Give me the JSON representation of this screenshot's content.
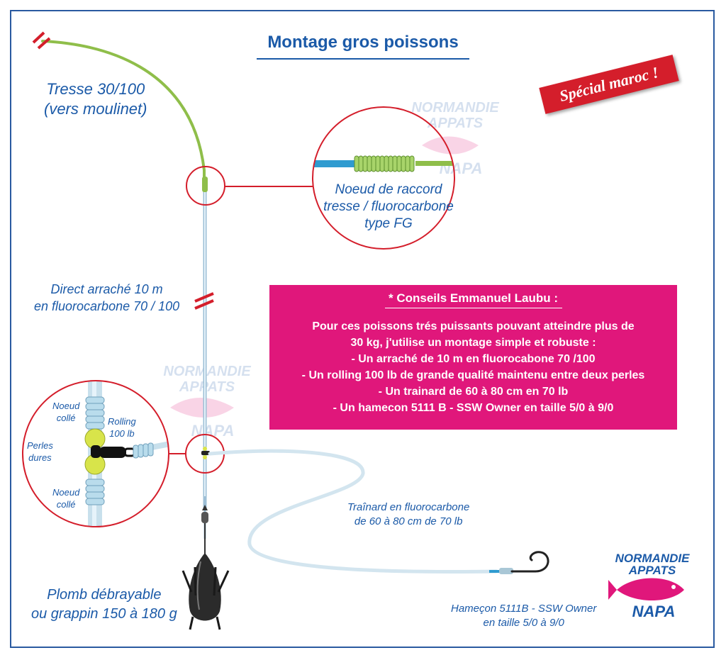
{
  "title": "Montage gros poissons",
  "badge": "Spécial maroc !",
  "labels": {
    "tresse": [
      "Tresse 30/100",
      "(vers moulinet)"
    ],
    "noeud_raccord": [
      "Noeud de raccord",
      "tresse / fluorocarbone",
      "type FG"
    ],
    "direct": [
      "Direct arraché 10 m",
      "en fluorocarbone 70 / 100"
    ],
    "trainard": [
      "Traînard en fluorocarbone",
      "de 60 à 80 cm de 70 lb"
    ],
    "plomb": [
      "Plomb débrayable",
      "ou grappin 150 à 180 g"
    ],
    "hamecon": [
      "Hameçon 5111B - SSW Owner",
      "en taille 5/0 à 9/0"
    ]
  },
  "detail_labels": {
    "noeud_colle_top": [
      "Noeud",
      "collé"
    ],
    "rolling": [
      "Rolling",
      "100 lb"
    ],
    "perles": [
      "Perles",
      "dures"
    ],
    "noeud_colle_bottom": [
      "Noeud",
      "collé"
    ]
  },
  "conseils": {
    "title": "* Conseils Emmanuel Laubu :",
    "lines": [
      "Pour ces poissons trés puissants pouvant atteindre plus de",
      "30 kg, j'utilise un montage simple et robuste :",
      "- Un arraché de 10 m  en fluorocabone 70 /100",
      "- Un rolling 100 lb de grande qualité maintenu entre deux perles",
      "- Un trainard de 60 à 80 cm en 70 lb",
      "- Un hamecon 5111 B - SSW Owner en taille 5/0 à 9/0"
    ]
  },
  "logo": {
    "line1": "NORMANDIE",
    "line2": "APPATS",
    "line3": "NAPA"
  },
  "colors": {
    "blue": "#1b5aa8",
    "red": "#d41e2b",
    "pink": "#e0177b",
    "braid": "#8fbe4a",
    "fluoro": "#c8e0ec"
  }
}
